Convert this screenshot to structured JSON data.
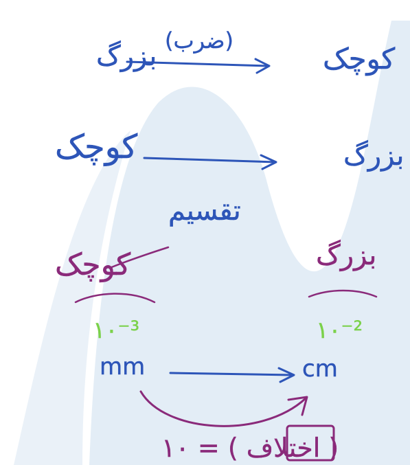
{
  "colors": {
    "blue_ink": "#2d55b8",
    "purple_ink": "#8a2a7a",
    "green_ink": "#7bd14a",
    "watermark": "#e3edf6"
  },
  "notes": {
    "line1": {
      "left": "بزرگ",
      "over_arrow": "(ضرب)",
      "right": "کوچک"
    },
    "line2": {
      "left": "کوچک",
      "right": "بزرگ",
      "under_arrow": "تقسیم"
    },
    "line3": {
      "left": "کوچک",
      "right": "بزرگ"
    },
    "line4": {
      "left_exponent": "۱۰⁻³",
      "right_exponent": "۱۰⁻²",
      "left_unit": "mm",
      "right_unit": "cm",
      "bottom": "۱۰ = ( اختلاف )"
    }
  }
}
